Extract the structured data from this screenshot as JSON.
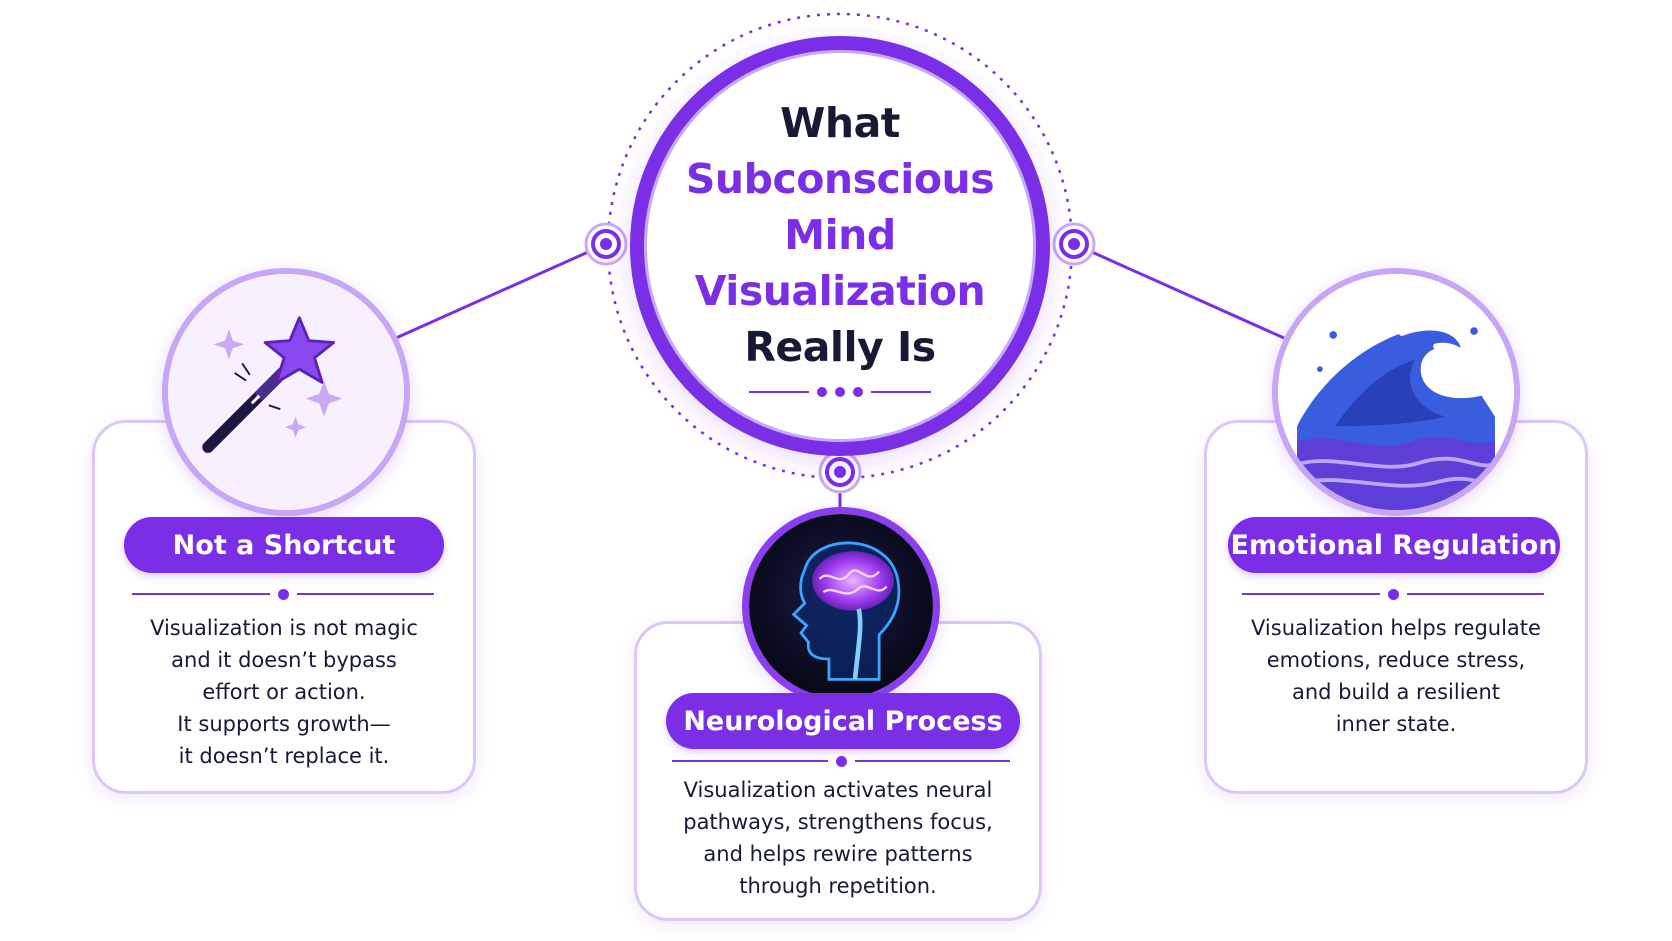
{
  "hub": {
    "title_line1": "What",
    "title_line2": "Subconscious",
    "title_line3": "Mind",
    "title_line4": "Visualization",
    "title_line5": "Really Is"
  },
  "cards": {
    "left": {
      "icon": "magic-wand-icon",
      "title": "Not a Shortcut",
      "lines": [
        "Visualization is not magic",
        "and it doesn’t bypass",
        "effort or action.",
        "It supports growth—",
        "it doesn’t replace it."
      ]
    },
    "center": {
      "icon": "brain-head-icon",
      "title": "Neurological Process",
      "lines": [
        "Visualization activates neural",
        "pathways, strengthens focus,",
        "and helps rewire patterns",
        "through repetition."
      ]
    },
    "right": {
      "icon": "ocean-wave-icon",
      "title": "Emotional Regulation",
      "lines": [
        "Visualization helps regulate",
        "emotions, reduce stress,",
        "and build a resilient",
        "inner state."
      ]
    }
  },
  "colors": {
    "accent": "#7a2ee6",
    "accent_light": "#dcc6fa",
    "text_dark": "#161a35"
  }
}
